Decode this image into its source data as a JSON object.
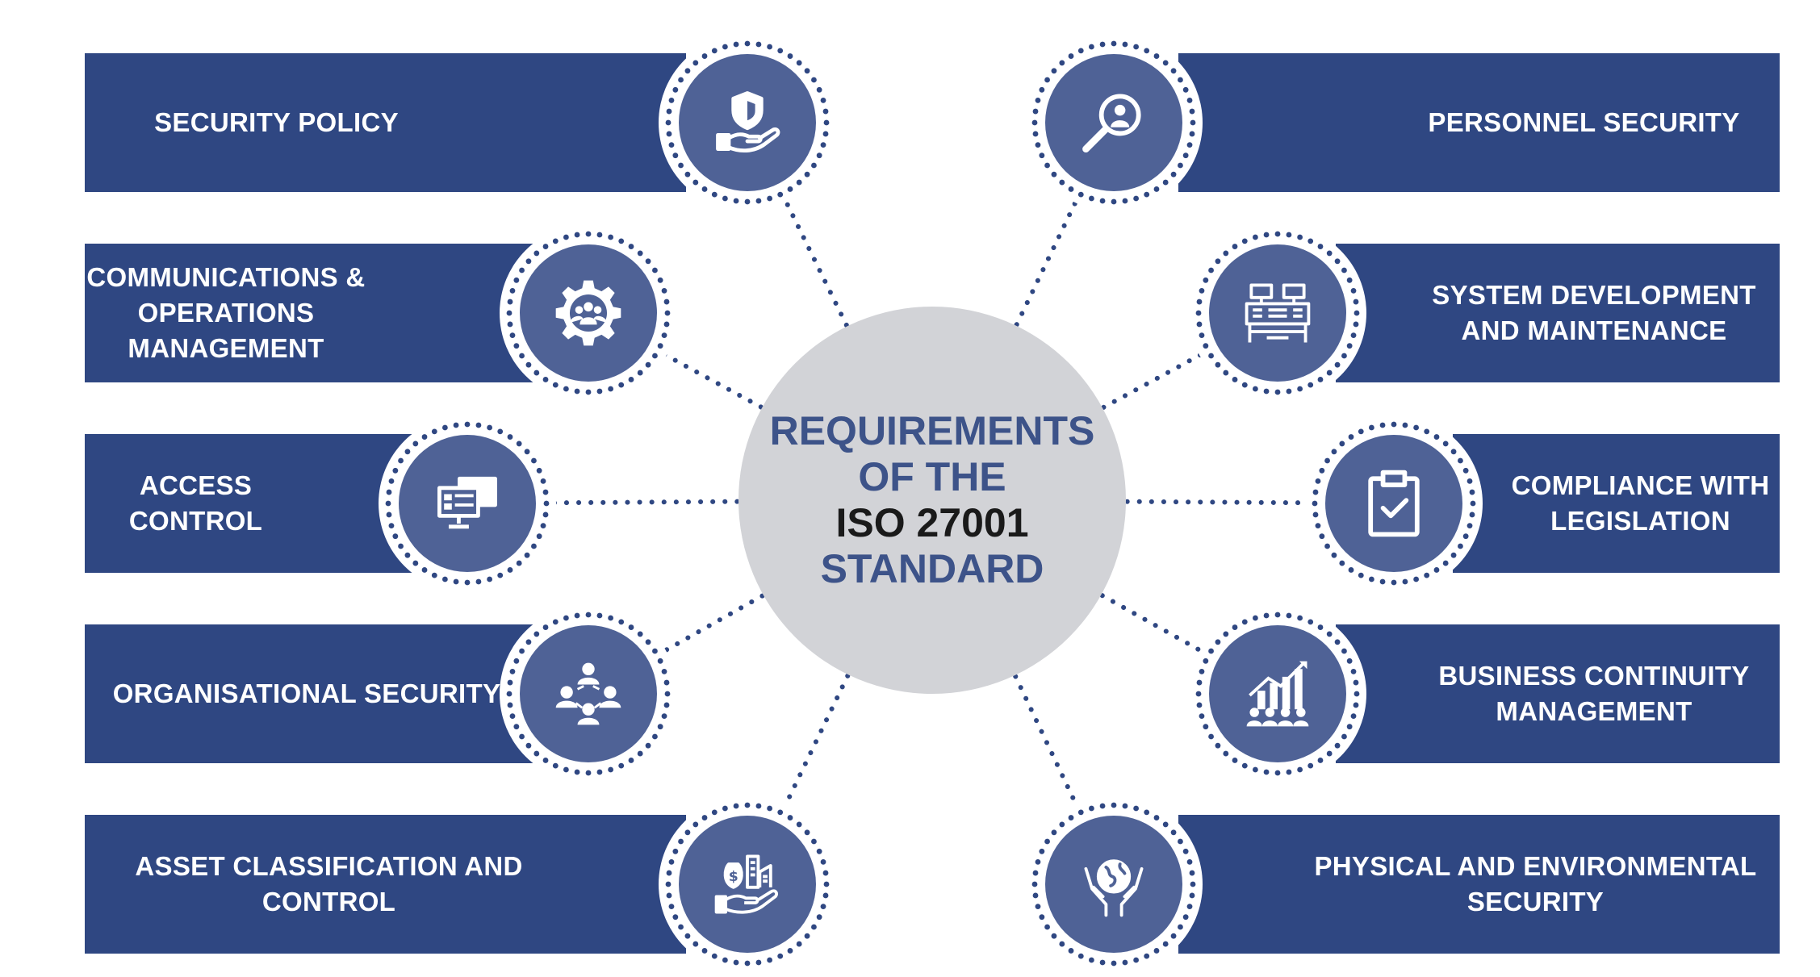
{
  "colors": {
    "bar": "#2f4782",
    "icon_disc": "#4f6296",
    "ring_dots": "#2f4782",
    "center_fill": "#d2d3d7",
    "center_text_blue": "#3d5389",
    "center_text_dark": "#1a1a1a"
  },
  "center": {
    "line1": "REQUIREMENTS",
    "line2": "OF THE",
    "line3": "ISO 27001",
    "line4": "STANDARD"
  },
  "left_items": [
    {
      "lines": [
        "SECURITY POLICY"
      ],
      "icon": "shield-hand-icon"
    },
    {
      "lines": [
        "COMMUNICATIONS &",
        "OPERATIONS",
        "MANAGEMENT"
      ],
      "icon": "gear-team-icon"
    },
    {
      "lines": [
        "ACCESS CONTROL"
      ],
      "icon": "computer-screens-icon"
    },
    {
      "lines": [
        "ORGANISATIONAL SECURITY"
      ],
      "icon": "people-network-icon"
    },
    {
      "lines": [
        "ASSET CLASSIFICATION AND",
        "CONTROL"
      ],
      "icon": "assets-hand-icon"
    }
  ],
  "right_items": [
    {
      "lines": [
        "PERSONNEL SECURITY"
      ],
      "icon": "magnifier-person-icon"
    },
    {
      "lines": [
        "SYSTEM DEVELOPMENT",
        "AND MAINTENANCE"
      ],
      "icon": "workstation-icon"
    },
    {
      "lines": [
        "COMPLIANCE WITH",
        "LEGISLATION"
      ],
      "icon": "clipboard-check-icon"
    },
    {
      "lines": [
        "BUSINESS CONTINUITY",
        "MANAGEMENT"
      ],
      "icon": "growth-team-icon"
    },
    {
      "lines": [
        "PHYSICAL AND ENVIRONMENTAL",
        "SECURITY"
      ],
      "icon": "globe-hands-icon"
    }
  ]
}
